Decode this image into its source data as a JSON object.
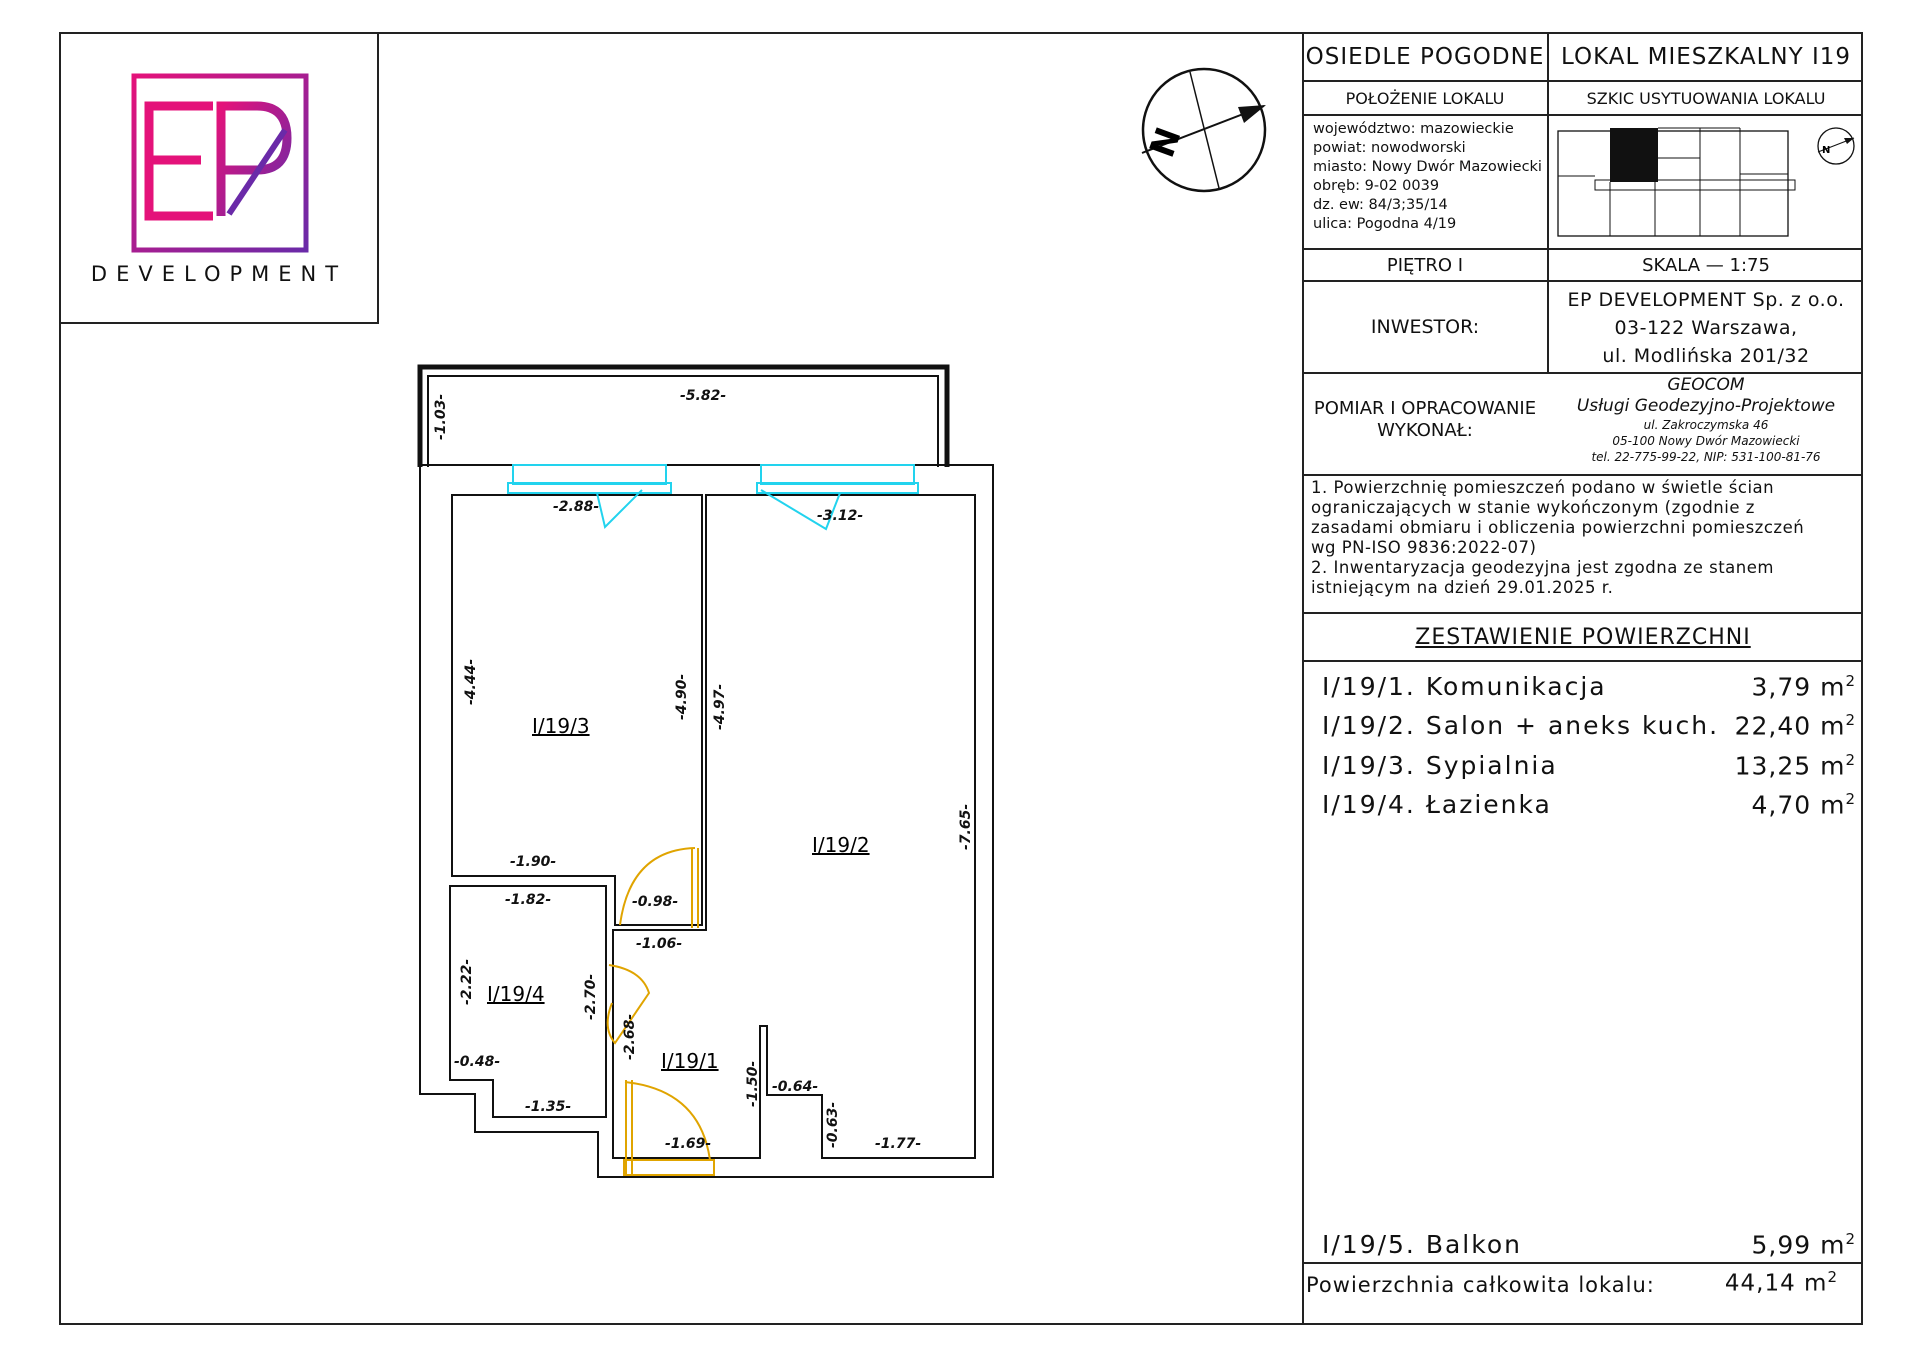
{
  "logo": {
    "letters": "EP",
    "company": "DEVELOPMENT"
  },
  "header": {
    "estate": "OSIEDLE POGODNE",
    "unit": "LOKAL MIESZKALNY I19"
  },
  "location": {
    "heading": "POŁOŻENIE LOKALU",
    "lines": [
      "województwo: mazowieckie",
      "powiat: nowodworski",
      "miasto: Nowy Dwór Mazowiecki",
      "obręb: 9-02 0039",
      "dz. ew: 84/3;35/14",
      "ulica: Pogodna 4/19"
    ]
  },
  "sketch": {
    "heading": "SZKIC USYTUOWANIA LOKALU"
  },
  "floor": "PIĘTRO I",
  "scale": "SKALA — 1:75",
  "investor": {
    "label": "INWESTOR:",
    "lines": [
      "EP DEVELOPMENT Sp. z o.o.",
      "03-122 Warszawa,",
      "ul. Modlińska 201/32"
    ]
  },
  "survey": {
    "label_line1": "POMIAR I OPRACOWANIE",
    "label_line2": "WYKONAŁ:",
    "company": "GEOCOM",
    "services": "Usługi Geodezyjno-Projektowe",
    "address1": "ul. Zakroczymska 46",
    "address2": "05-100 Nowy Dwór Mazowiecki",
    "contact": "tel. 22-775-99-22, NIP: 531-100-81-76"
  },
  "notes": [
    "1. Powierzchnię pomieszczeń podano w świetle ścian",
    "ograniczających w stanie wykończonym (zgodnie z",
    "zasadami obmiaru i obliczenia powierzchni pomieszczeń",
    "wg PN-ISO 9836:2022-07)",
    "2. Inwentaryzacja geodezyjna jest zgodna ze stanem",
    "istniejącym na dzień 29.01.2025 r."
  ],
  "summary": {
    "heading": "ZESTAWIENIE POWIERZCHNI",
    "unit": "m",
    "rooms": [
      {
        "name": "I/19/1. Komunikacja",
        "area": "3,79"
      },
      {
        "name": "I/19/2. Salon + aneks kuch.",
        "area": "22,40"
      },
      {
        "name": "I/19/3. Sypialnia",
        "area": "13,25"
      },
      {
        "name": "I/19/4. Łazienka",
        "area": "4,70"
      }
    ],
    "balcony": {
      "name": "I/19/5. Balkon",
      "area": "5,99"
    },
    "total": {
      "label": "Powierzchnia całkowita lokalu:",
      "area": "44,14"
    }
  },
  "compass": {
    "label": "N"
  },
  "plan": {
    "rooms": [
      "I/19/1",
      "I/19/2",
      "I/19/3",
      "I/19/4"
    ],
    "dimensions": {
      "balcony_width": "-5.82-",
      "balcony_depth": "-1.03-",
      "bed_top": "-2.88-",
      "living_top": "-3.12-",
      "bed_left": "-4.44-",
      "bed_right": "-4.90-",
      "living_left": "-4.97-",
      "living_right": "-7.65-",
      "bed_bottom": "-1.90-",
      "door_width": "-0.98-",
      "hall_top": "-1.06-",
      "bath_top": "-1.82-",
      "bath_left": "-2.22-",
      "bath_right": "-2.70-",
      "hall_left": "-2.68-",
      "bath_niche": "-0.48-",
      "bath_bottom": "-1.35-",
      "entry": "-1.69-",
      "stub": "-1.50-",
      "step_w": "-0.64-",
      "step_h": "-0.63-",
      "living_bottom": "-1.77-"
    }
  },
  "colors": {
    "logo_pink": "#e4127a",
    "logo_purple": "#6a2aa8",
    "window": "#22d3ee",
    "door": "#e0a400",
    "wall": "#111111"
  }
}
